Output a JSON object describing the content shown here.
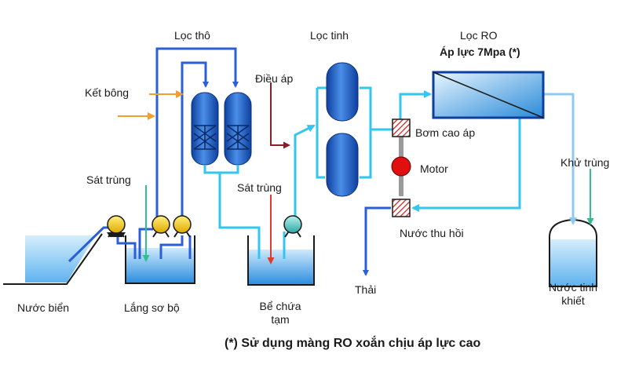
{
  "labels": {
    "loc_tho": "Lọc thô",
    "loc_tinh": "Lọc tinh",
    "loc_ro": "Lọc RO",
    "ap_luc": "Áp lực 7Mpa (*)",
    "ket_bong": "Kết bông",
    "dieu_ap": "Điều áp",
    "bom_cao_ap": "Bơm cao áp",
    "motor": "Motor",
    "sat_trung_1": "Sát trùng",
    "sat_trung_2": "Sát trùng",
    "khu_trung": "Khử trùng",
    "nuoc_thu_hoi": "Nước thu hồi",
    "nuoc_bien": "Nước biển",
    "lang_so_bo": "Lắng sơ bộ",
    "be_chua_line1": "Bể chứa",
    "be_chua_line2": "tạm",
    "thai": "Thải",
    "nuoc_tinh_line1": "Nước tinh",
    "nuoc_tinh_line2": "khiết",
    "footnote": "(*) Sử dụng màng RO xoắn chịu áp lực cao"
  },
  "colors": {
    "water_pipe": "#2a5fd8",
    "clean_pipe": "#33c6ee",
    "pure_pipe": "#8fc9f0",
    "chemical": "#f0a030",
    "disinfect": "#2fbf8f",
    "pressure": "#8a1f2a",
    "motor": "#e01010",
    "pump": "#f4c21b",
    "vessel": "#1b5fc1"
  }
}
